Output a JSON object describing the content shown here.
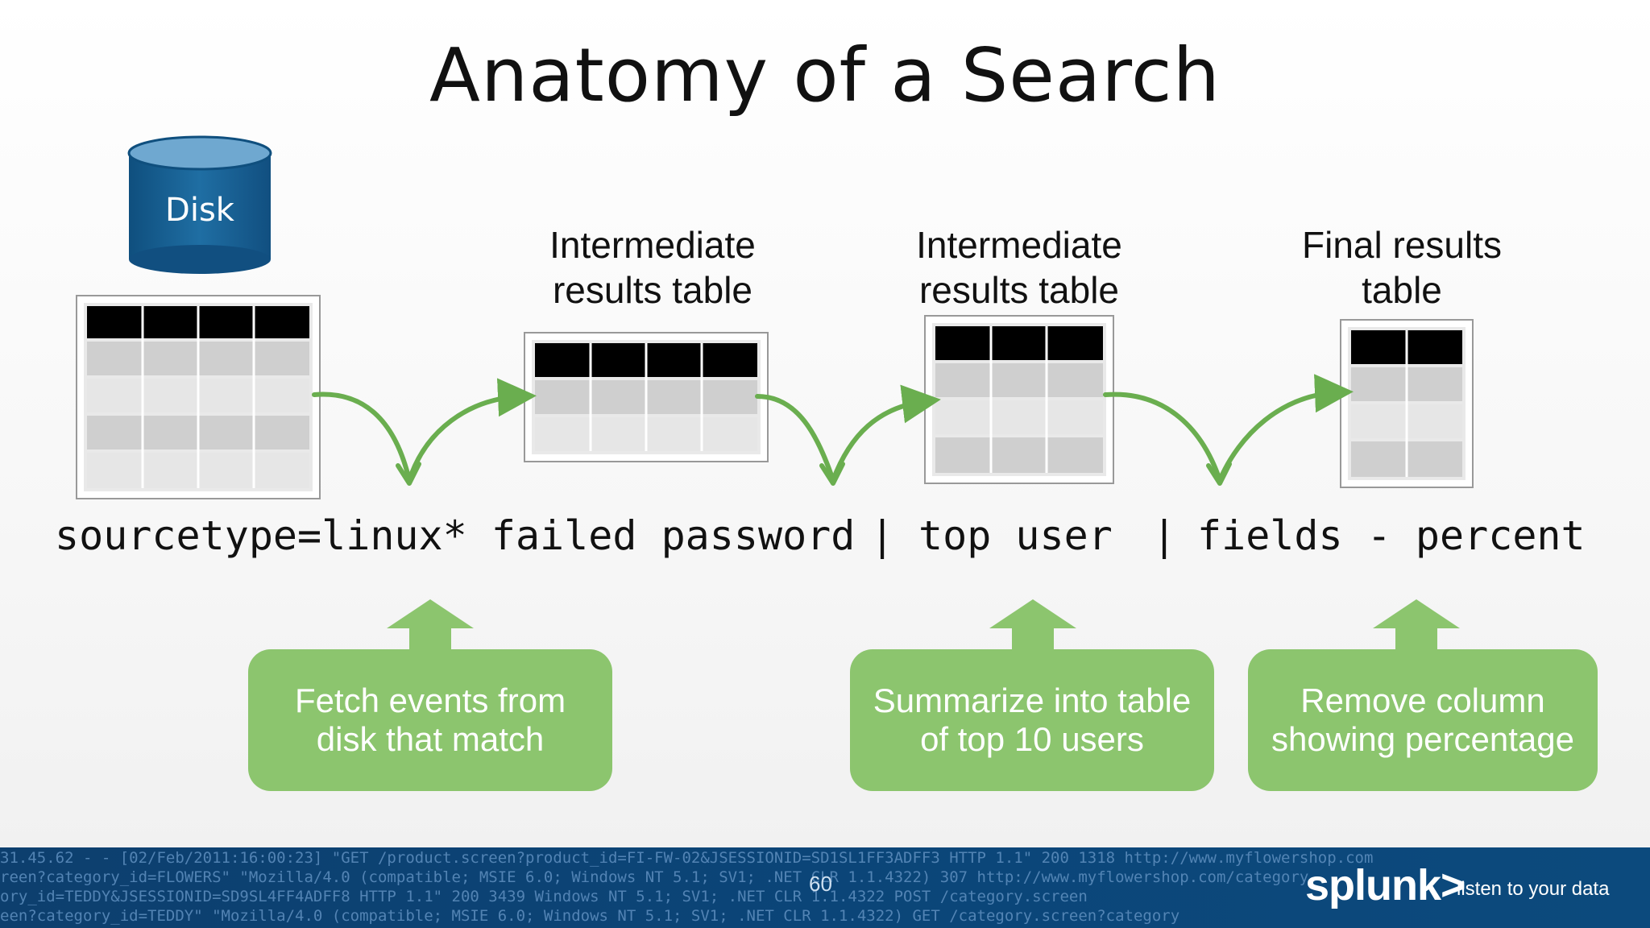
{
  "slide": {
    "title": "Anatomy of a Search",
    "disk_label": "Disk",
    "tables": [
      {
        "label_line1": "Intermediate",
        "label_line2": "results table"
      },
      {
        "label_line1": "Intermediate",
        "label_line2": "results table"
      },
      {
        "label_line1": "Final results",
        "label_line2": "table"
      }
    ],
    "search": {
      "part1": "sourcetype=linux* failed password",
      "pipe1": "|",
      "part2": "top user",
      "pipe2": "|",
      "part3": "fields - percent"
    },
    "callouts": [
      {
        "line1": "Fetch events from",
        "line2": "disk that match"
      },
      {
        "line1": "Summarize into table",
        "line2": "of top 10 users"
      },
      {
        "line1": "Remove column",
        "line2": "showing percentage"
      }
    ],
    "colors": {
      "accent_green": "#6aae4f",
      "callout_green": "#8cc56e",
      "disk_blue": "#1a6496",
      "footer_blue": "#0d3f6e"
    }
  },
  "footer": {
    "page_number": "60",
    "brand": "splunk>",
    "tagline": "listen to your data",
    "log_lines": [
      "31.45.62 - - [02/Feb/2011:16:00:23] \"GET /product.screen?product_id=FI-FW-02&JSESSIONID=SD1SL1FF3ADFF3 HTTP 1.1\" 200 1318 http://www.myflowershop.com",
      "reen?category_id=FLOWERS\" \"Mozilla/4.0 (compatible; MSIE 6.0; Windows NT 5.1; SV1; .NET CLR 1.1.4322) 307 http://www.myflowershop.com/category",
      "ory_id=TEDDY&JSESSIONID=SD9SL4FF4ADFF8 HTTP 1.1\" 200 3439 Windows NT 5.1; SV1; .NET CLR 1.1.4322 POST /category.screen",
      "een?category_id=TEDDY\" \"Mozilla/4.0 (compatible; MSIE 6.0; Windows NT 5.1; SV1; .NET CLR 1.1.4322) GET /category.screen?category"
    ]
  }
}
